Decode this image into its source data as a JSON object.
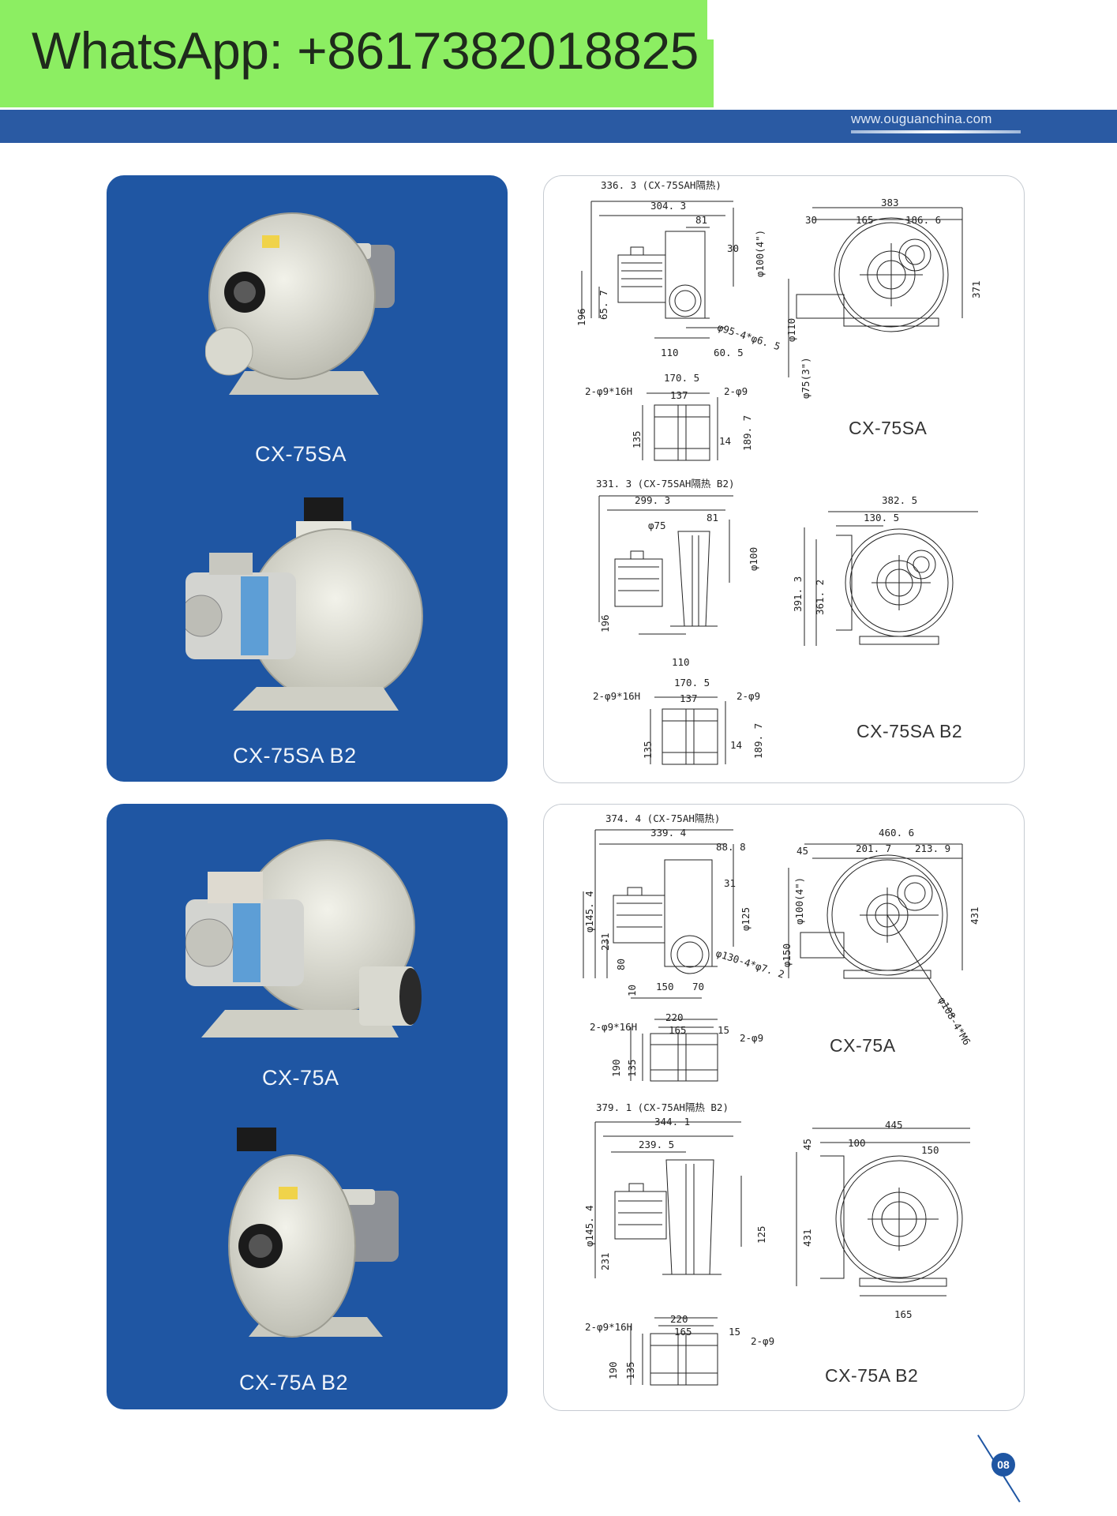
{
  "banner": {
    "text": "WhatsApp: +8617382018825"
  },
  "header": {
    "website": "www.ouguanchina.com"
  },
  "panel1": {
    "products": [
      {
        "label": "CX-75SA"
      },
      {
        "label": "CX-75SA  B2"
      }
    ],
    "drawings": [
      {
        "model": "CX-75SA",
        "dims": [
          "336. 3 (CX-75SAH隔热)",
          "304. 3",
          "81",
          "30",
          "φ100(4\")",
          "65. 7",
          "196",
          "φ95-4*φ6. 5",
          "110",
          "60. 5",
          "383",
          "30",
          "165",
          "186. 6",
          "371",
          "φ110",
          "φ75(3\")"
        ],
        "base": [
          "170. 5",
          "2-φ9*16H",
          "137",
          "2-φ9",
          "135",
          "14",
          "189. 7"
        ]
      },
      {
        "model": "CX-75SA  B2",
        "dims": [
          "331. 3 (CX-75SAH隔热  B2)",
          "299. 3",
          "φ75",
          "81",
          "φ100",
          "196",
          "110",
          "382. 5",
          "130. 5",
          "391. 3",
          "361. 2"
        ],
        "base": [
          "170. 5",
          "2-φ9*16H",
          "137",
          "2-φ9",
          "135",
          "14",
          "189. 7"
        ]
      }
    ]
  },
  "panel2": {
    "products": [
      {
        "label": "CX-75A"
      },
      {
        "label": "CX-75A  B2"
      }
    ],
    "drawings": [
      {
        "model": "CX-75A",
        "dims": [
          "374. 4 (CX-75AH隔热)",
          "339. 4",
          "88. 8",
          "31",
          "φ145. 4",
          "231",
          "80",
          "10",
          "150",
          "70",
          "φ125",
          "φ130-4*φ7. 2",
          "460. 6",
          "45",
          "201. 7",
          "213. 9",
          "φ100(4\")",
          "φ150",
          "431",
          "φ108-4*M6"
        ],
        "base": [
          "220",
          "2-φ9*16H",
          "165",
          "15",
          "2-φ9",
          "190",
          "135"
        ]
      },
      {
        "model": "CX-75A  B2",
        "dims": [
          "379. 1 (CX-75AH隔热  B2)",
          "344. 1",
          "239. 5",
          "φ145. 4",
          "231",
          "125",
          "445",
          "45",
          "100",
          "150",
          "431",
          "165"
        ],
        "base": [
          "220",
          "2-φ9*16H",
          "165",
          "15",
          "2-φ9",
          "190",
          "135"
        ]
      }
    ]
  },
  "page": {
    "number": "08"
  },
  "colors": {
    "banner": "#8cee62",
    "header": "#2a5aa3",
    "panel": "#1f56a3"
  }
}
